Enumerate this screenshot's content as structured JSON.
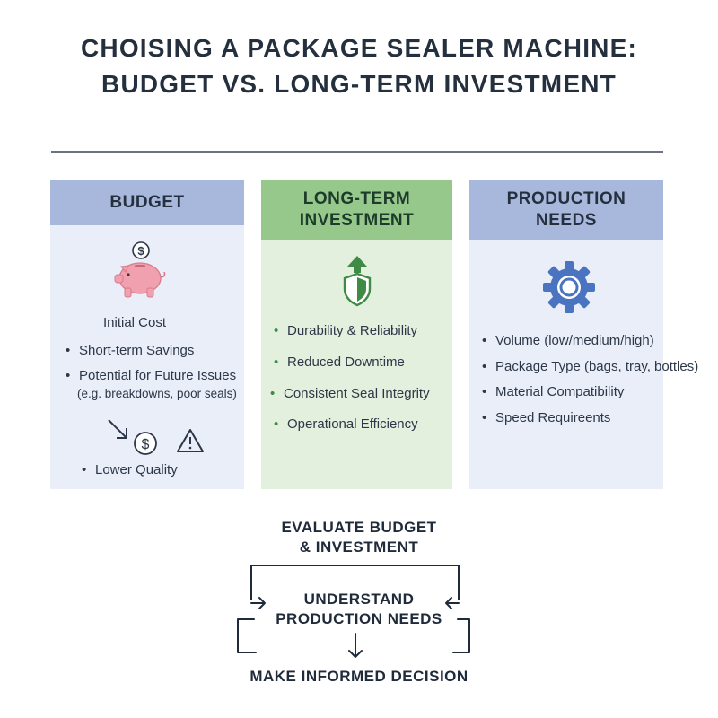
{
  "title": {
    "line1": "CHOISING A PACKAGE SEALER MACHINE:",
    "line2": "BUDGET VS. LONG-TERM INVESTMENT"
  },
  "cards": {
    "budget": {
      "heading": "BUDGET",
      "initial_cost": "Initial Cost",
      "items": [
        "Short-term Savings",
        "Potential for Future Issues"
      ],
      "note": "(e.g. breakdowns, poor seals)",
      "footer_item": "Lower Quality",
      "icons": [
        "piggy-bank-icon",
        "dollar-coin-icon",
        "down-right-arrow-icon",
        "warning-icon"
      ]
    },
    "investment": {
      "heading_line1": "LONG-TERM",
      "heading_line2": "INVESTMENT",
      "items": [
        "Durability & Reliability",
        "Reduced Downtime",
        "Consistent Seal Integrity",
        "Operational Efficiency"
      ],
      "icons": [
        "shield-arrow-icon"
      ]
    },
    "production": {
      "heading_line1": "PRODUCTION",
      "heading_line2": "NEEDS",
      "items": [
        "Volume (low/medium/high)",
        "Package Type (bags, tray, bottles)",
        "Material Compatibility",
        "Speed Requireents"
      ],
      "icons": [
        "gear-icon"
      ]
    }
  },
  "flow": {
    "step1_line1": "EVALUATE BUDGET",
    "step1_line2": "& INVESTMENT",
    "step2_line1": "UNDERSTAND",
    "step2_line2": "PRODUCTION NEEDS",
    "step3": "MAKE INFORMED DECISION"
  },
  "colors": {
    "budget_header": "#a8b8dc",
    "budget_body": "#e9eef8",
    "investment_header": "#96c88c",
    "investment_body": "#e3f0de",
    "piggy": "#f0a0ae",
    "shield": "#3f8a44",
    "gear": "#4a74c0"
  }
}
